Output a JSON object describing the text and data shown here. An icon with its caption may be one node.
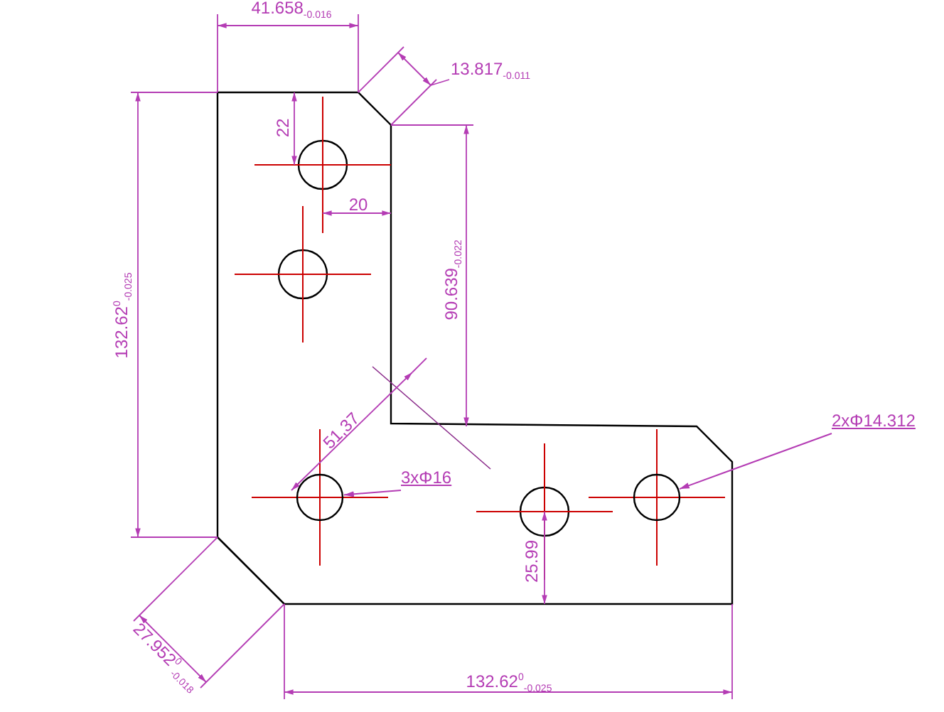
{
  "diagram": {
    "nodes": [
      {
        "text": [
          "3xΦ16"
        ]
      },
      {
        "text": [],
        "shape": "circle"
      },
      {
        "text": [
          "2xΦ14.312"
        ]
      },
      {
        "text": [],
        "shape": "circle"
      }
    ],
    "edges": [
      {
        "from": 0,
        "to": 1,
        "arrow": "to"
      },
      {
        "from": 2,
        "to": 3,
        "arrow": "to"
      }
    ],
    "labels": [
      "41.658$_{-0.016}$",
      "13.817$_{-0.011}$",
      "22",
      "20",
      "132.62$^{0}$$_{-0.025}$",
      "90.639$_{-0.022}$",
      "51,37",
      "25.99",
      "27.952$^{0}$$_{-0.018}$",
      "132.62$^{0}$$_{-0.025}$"
    ]
  }
}
